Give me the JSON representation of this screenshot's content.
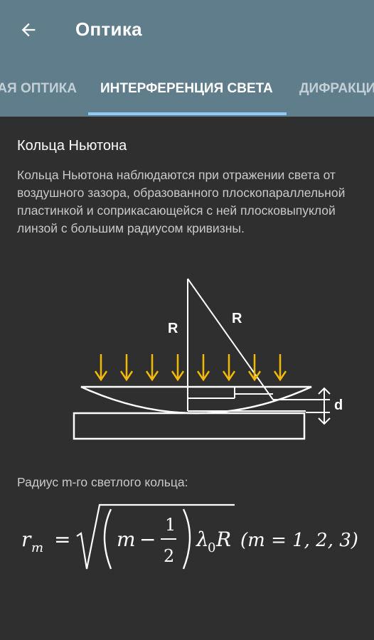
{
  "toolbar": {
    "title": "Оптика",
    "back_icon": "arrow-left-icon"
  },
  "tabs": [
    {
      "label": "ЛУЧЕВАЯ ОПТИКА",
      "active": false
    },
    {
      "label": "ИНТЕРФЕРЕНЦИЯ СВЕТА",
      "active": true
    },
    {
      "label": "ДИФРАКЦИЯ СВЕТА",
      "active": false
    }
  ],
  "section": {
    "heading": "Кольца Ньютона",
    "description": "Кольца Ньютона наблюдаются при отражении света от воздушного зазора, образованного плоскопараллельной пластинкой и соприкасающейся с ней плосковыпуклой линзой с большим радиусом кривизны.",
    "diagram": {
      "label_r_left": "R",
      "label_r_right": "R",
      "label_d": "d",
      "arrow_color": "#f5b800"
    },
    "radius_label": "Радиус m-го светлого кольца:",
    "formula": {
      "lhs": "r",
      "lhs_sub": "m",
      "equals": "=",
      "m": "m",
      "minus": "−",
      "num": "1",
      "den": "2",
      "lambda": "λ",
      "lambda_sub": "0",
      "R": "R",
      "condition": "(m = 1, 2, 3)"
    }
  }
}
